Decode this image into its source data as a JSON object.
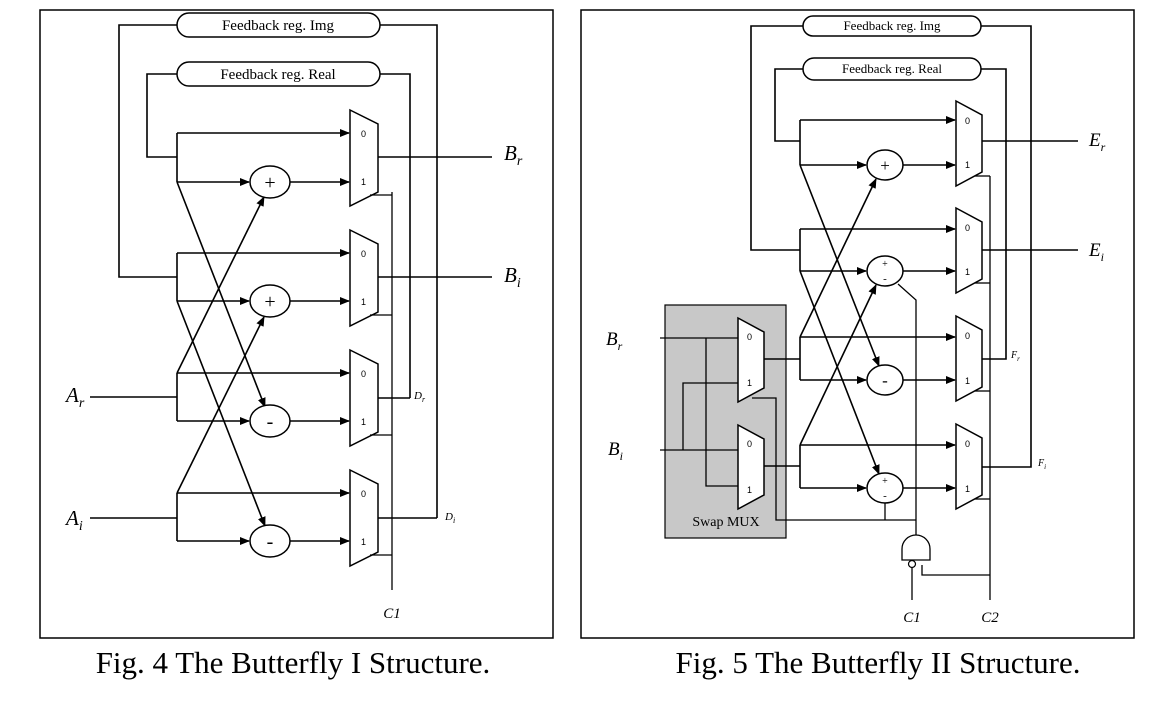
{
  "figures": [
    {
      "caption": "Fig. 4 The Butterfly I Structure.",
      "feedback_img_label": "Feedback reg. Img",
      "feedback_real_label": "Feedback reg. Real",
      "inputs": {
        "ar": "A",
        "ar_sub": "r",
        "ai": "A",
        "ai_sub": "i"
      },
      "outputs": {
        "br": "B",
        "br_sub": "r",
        "bi": "B",
        "bi_sub": "i"
      },
      "feedback_taps": {
        "dr": "D",
        "dr_sub": "r",
        "di": "D",
        "di_sub": "i"
      },
      "control": "C1",
      "ops": {
        "add1": "+",
        "add2": "+",
        "sub1": "-",
        "sub2": "-"
      },
      "mux_in0": "0",
      "mux_in1": "1"
    },
    {
      "caption": "Fig. 5 The Butterfly II Structure.",
      "feedback_img_label": "Feedback reg. Img",
      "feedback_real_label": "Feedback reg. Real",
      "inputs": {
        "br": "B",
        "br_sub": "r",
        "bi": "B",
        "bi_sub": "i"
      },
      "outputs": {
        "er": "E",
        "er_sub": "r",
        "ei": "E",
        "ei_sub": "i"
      },
      "feedback_taps": {
        "fr": "F",
        "fr_sub": "r",
        "fi": "F",
        "fi_sub": "i"
      },
      "swap_label": "Swap MUX",
      "controls": {
        "c1": "C1",
        "c2": "C2"
      },
      "ops": {
        "add": "+",
        "plus": "+",
        "minus": "-",
        "sub": "-"
      },
      "mux_in0": "0",
      "mux_in1": "1"
    }
  ]
}
